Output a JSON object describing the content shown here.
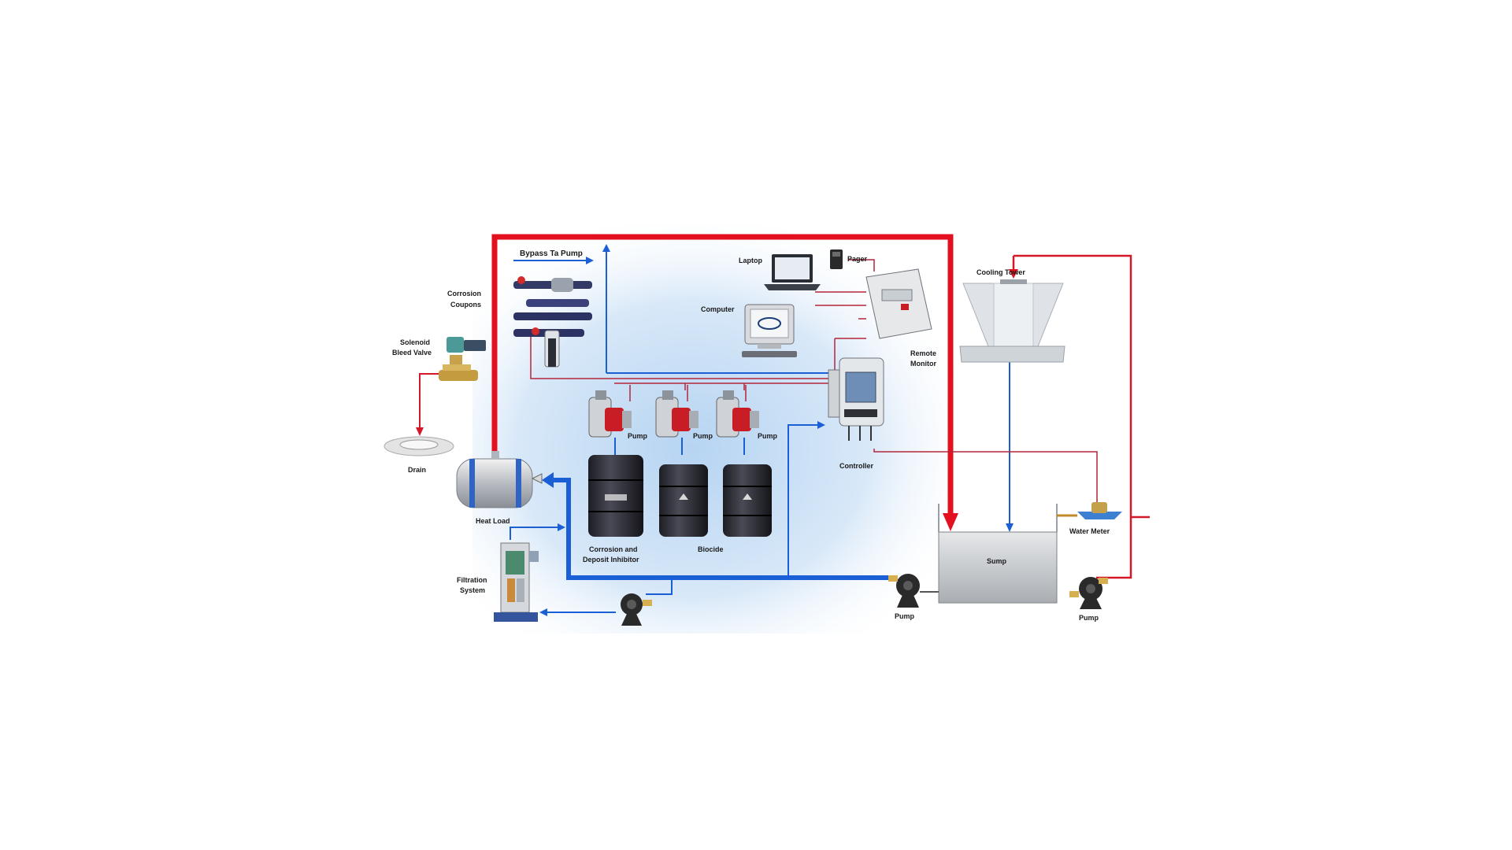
{
  "diagram": {
    "labels": {
      "bypass_feeder": "Bypass Ta Pump",
      "corrosion_coupons": [
        "Corrosion",
        "Coupons"
      ],
      "solenoid_valve": [
        "Solenoid",
        "Bleed Valve"
      ],
      "drain": "Drain",
      "heat_load": "Heat Load",
      "filtration_system": [
        "Filtration",
        "System"
      ],
      "laptop": "Laptop",
      "pager": "Pager",
      "computer": "Computer",
      "remote_monitor": [
        "Remote",
        "Monitor"
      ],
      "controller": "Controller",
      "pump_1": "Pump",
      "pump_3": "Pump",
      "drums_left": [
        "Corrosion and",
        "Deposit Inhibitor"
      ],
      "drums_right": "Biocide",
      "cooling_tower": "Cooling Tower",
      "water_meter": "Water Meter",
      "sump": "Sump",
      "pump_sump": "Pump",
      "pump_right": "Pump"
    },
    "colors": {
      "supply_line": "#e3101f",
      "return_line": "#1a5fd6",
      "signal_line": "#b3263a",
      "background_glow": "#cfe3f7"
    }
  }
}
